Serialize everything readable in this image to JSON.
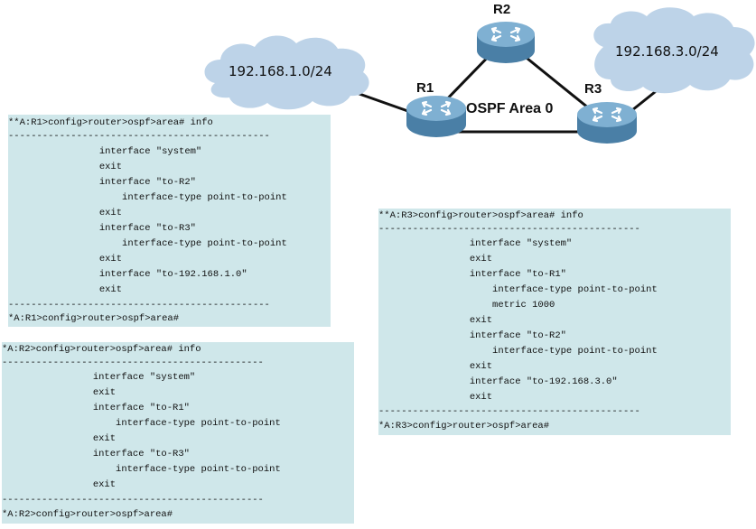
{
  "topology": {
    "area_label": "OSPF Area 0",
    "routers": [
      {
        "label": "R1"
      },
      {
        "label": "R2"
      },
      {
        "label": "R3"
      }
    ],
    "networks": [
      {
        "label": "192.168.1.0/24"
      },
      {
        "label": "192.168.3.0/24"
      }
    ],
    "colors": {
      "cloud": "#bdd3e8",
      "router_body": "#4a7fa6",
      "router_top": "#7fb0d2",
      "link": "#111111",
      "config_bg": "#cfe7ea"
    }
  },
  "configs": {
    "r1": {
      "lines": [
        "**A:R1>config>router>ospf>area# info",
        "----------------------------------------------",
        "                interface \"system\"",
        "                exit",
        "                interface \"to-R2\"",
        "                    interface-type point-to-point",
        "                exit",
        "                interface \"to-R3\"",
        "                    interface-type point-to-point",
        "                exit",
        "                interface \"to-192.168.1.0\"",
        "                exit",
        "----------------------------------------------",
        "*A:R1>config>router>ospf>area#"
      ]
    },
    "r2": {
      "lines": [
        "*A:R2>config>router>ospf>area# info",
        "----------------------------------------------",
        "                interface \"system\"",
        "                exit",
        "                interface \"to-R1\"",
        "                    interface-type point-to-point",
        "                exit",
        "                interface \"to-R3\"",
        "                    interface-type point-to-point",
        "                exit",
        "----------------------------------------------",
        "*A:R2>config>router>ospf>area#"
      ]
    },
    "r3": {
      "lines": [
        "**A:R3>config>router>ospf>area# info",
        "----------------------------------------------",
        "                interface \"system\"",
        "                exit",
        "                interface \"to-R1\"",
        "                    interface-type point-to-point",
        "                    metric 1000",
        "                exit",
        "                interface \"to-R2\"",
        "                    interface-type point-to-point",
        "                exit",
        "                interface \"to-192.168.3.0\"",
        "                exit",
        "----------------------------------------------",
        "*A:R3>config>router>ospf>area#"
      ]
    }
  }
}
